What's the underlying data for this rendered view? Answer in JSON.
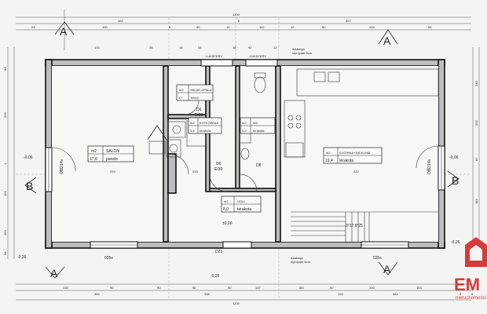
{
  "rooms": [
    {
      "id": "salon",
      "area": "17,8",
      "name": "SALON",
      "floor": "panele"
    },
    {
      "id": "sklad",
      "area": "2,7",
      "name": "SKŁAD OPAŁU",
      "floor": "beton"
    },
    {
      "id": "kotlownia",
      "area": "3,8",
      "name": "KOTŁOWNIA",
      "floor": "terakota"
    },
    {
      "id": "wc",
      "area": "3,4",
      "name": "WC",
      "floor": "terakota"
    },
    {
      "id": "kuchnia",
      "area": "19,4",
      "name": "KUCHNIA+JADALNIA",
      "floor": "terakota"
    },
    {
      "id": "holl",
      "area": "8,0",
      "name": "HOLL",
      "floor": "terakota"
    }
  ],
  "unit": "m2",
  "doors": {
    "d6_top": "D6",
    "ei30_top": "EI30",
    "d6_bot": "D6",
    "ei30_bot": "EI30",
    "d8": "D8",
    "dz1": "DZ1"
  },
  "levels": {
    "zero": "±0,00",
    "left_in": "-0,06",
    "right_in": "-0,06",
    "left_out": "-0,26",
    "right_out": "-0,26",
    "bottom": "-0,26"
  },
  "sections": {
    "a": "A",
    "b": "B"
  },
  "windows": {
    "left": "OBD14s",
    "right": "OBD14s",
    "bottom_left": "035s",
    "bottom_right": "035s"
  },
  "vents": {
    "top_left": "LUKSFERY",
    "top_right": "LUKSFERY",
    "note_top": "działacja\nstyropian 5cm",
    "note_bottom": "działacja\nstyropian 5cm"
  },
  "stairs": "3*17,8*25",
  "dims": {
    "overall_top": "1200",
    "overall_bottom": "1200",
    "top_a": "482",
    "top_b": "6",
    "top_c": "497",
    "top_row": [
      "24",
      "190",
      "6",
      "90",
      "12",
      "110",
      "12",
      "90",
      "134",
      "54"
    ],
    "mid_row": [
      "133",
      "28",
      "18",
      "33",
      "18",
      "92",
      "12"
    ],
    "bottom_row": [
      "130",
      "90",
      "90",
      "50",
      "90",
      "157",
      "184",
      "90",
      "150",
      "153"
    ],
    "bottom_sub": [
      "364",
      "338",
      "153",
      "184",
      "9",
      "8"
    ],
    "left_col": [
      "84",
      "209",
      "1",
      "151",
      "153",
      "58"
    ],
    "right_col": [
      "140",
      "202",
      "87",
      "184",
      "58"
    ],
    "inner_h": [
      "333",
      "333",
      "222"
    ]
  },
  "logo": {
    "mark": "EM",
    "tagline": "nieruchomości"
  }
}
